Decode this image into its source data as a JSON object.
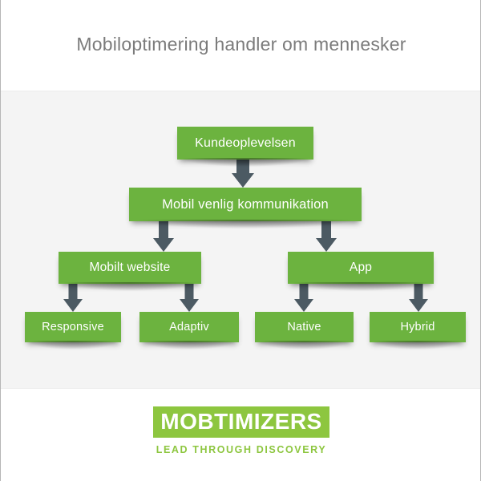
{
  "header": {
    "title": "Mobiloptimering handler om mennesker"
  },
  "diagram": {
    "nodes": [
      {
        "id": "kundeoplevelsen",
        "label": "Kundeoplevelsen",
        "level": 1
      },
      {
        "id": "mobil-venlig",
        "label": "Mobil venlig kommunikation",
        "level": 2
      },
      {
        "id": "mobilt-website",
        "label": "Mobilt website",
        "level": 3
      },
      {
        "id": "app",
        "label": "App",
        "level": 3
      },
      {
        "id": "responsive",
        "label": "Responsive",
        "level": 4
      },
      {
        "id": "adaptiv",
        "label": "Adaptiv",
        "level": 4
      },
      {
        "id": "native",
        "label": "Native",
        "level": 4
      },
      {
        "id": "hybrid",
        "label": "Hybrid",
        "level": 4
      }
    ],
    "arrows": [
      {
        "id": "arrow-kunde-to-mobil",
        "from": "kundeoplevelsen",
        "to": "mobil-venlig"
      },
      {
        "id": "arrow-mobil-to-website",
        "from": "mobil-venlig",
        "to": "mobilt-website"
      },
      {
        "id": "arrow-mobil-to-app",
        "from": "mobil-venlig",
        "to": "app"
      },
      {
        "id": "arrow-website-to-responsive",
        "from": "mobilt-website",
        "to": "responsive"
      },
      {
        "id": "arrow-website-to-adaptiv",
        "from": "mobilt-website",
        "to": "adaptiv"
      },
      {
        "id": "arrow-app-to-native",
        "from": "app",
        "to": "native"
      },
      {
        "id": "arrow-app-to-hybrid",
        "from": "app",
        "to": "hybrid"
      }
    ]
  },
  "footer": {
    "logo_name": "MOBTIMIZERS",
    "tagline": "LEAD THROUGH DISCOVERY"
  },
  "colors": {
    "box_green": "#6cb33f",
    "logo_green": "#8dc63f",
    "arrow_gray": "#4c5a63",
    "title_gray": "#7b7b7b",
    "stage_bg": "#f4f4f4",
    "page_bg": "#ffffff"
  }
}
